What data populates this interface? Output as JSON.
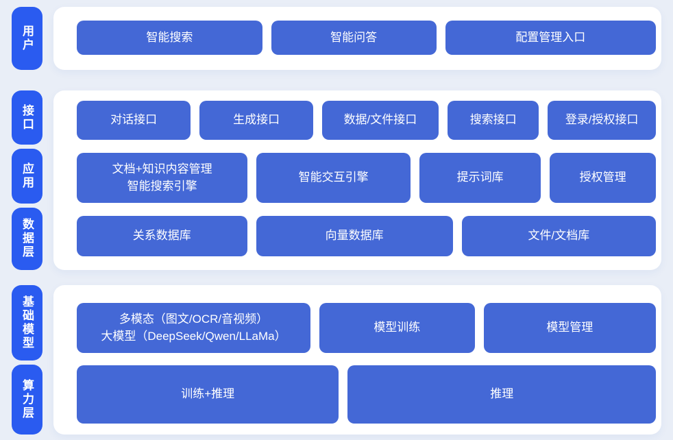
{
  "diagram": {
    "colors": {
      "background": "#e9eef7",
      "panel": "#ffffff",
      "rail_blue": "#2a5bf0",
      "node_blue": "#4468d6",
      "text": "#ffffff"
    },
    "rails": {
      "user": "用户",
      "interface": "接口",
      "application": "应用",
      "data_layer": "数据层",
      "foundation_model": "基础模型",
      "compute_layer": "算力层"
    },
    "user_row": {
      "smart_search": "智能搜索",
      "smart_qa": "智能问答",
      "config_entry": "配置管理入口"
    },
    "interface_row": {
      "dialog_api": "对话接口",
      "generation_api": "生成接口",
      "data_file_api": "数据/文件接口",
      "search_api": "搜索接口",
      "login_auth_api": "登录/授权接口"
    },
    "application_row": {
      "doc_knowledge_line1": "文档+知识内容管理",
      "doc_knowledge_line2": "智能搜索引擎",
      "interaction_engine": "智能交互引擎",
      "prompt_library": "提示词库",
      "auth_mgmt": "授权管理"
    },
    "data_row": {
      "relational_db": "关系数据库",
      "vector_db": "向量数据库",
      "file_doc_store": "文件/文档库"
    },
    "model_row": {
      "multimodal_line1": "多模态（图文/OCR/音视频）",
      "multimodal_line2": "大模型（DeepSeek/Qwen/LLaMa）",
      "model_training": "模型训练",
      "model_mgmt": "模型管理"
    },
    "compute_row": {
      "training_inference": "训练+推理",
      "inference": "推理"
    }
  }
}
